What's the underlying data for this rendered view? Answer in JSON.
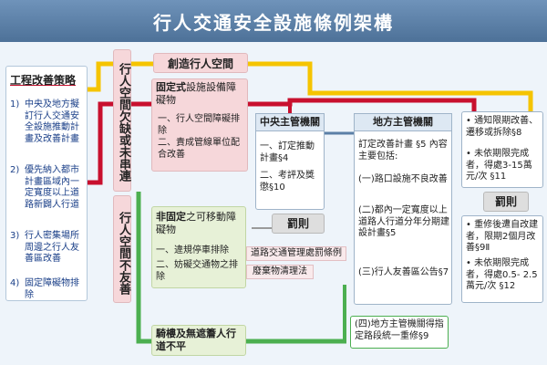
{
  "title": "行人交通安全設施條例架構",
  "strategy": {
    "heading": "工程改善策略",
    "items": [
      {
        "num": "1)",
        "text": "中央及地方擬訂行人交通安全設施推動計畫及改善計畫"
      },
      {
        "num": "2)",
        "text": "優先納入都市計畫區域內一定寬度以上道路新闢人行道"
      },
      {
        "num": "3)",
        "text": "行人密集場所周邊之行人友善區改善"
      },
      {
        "num": "4)",
        "text": "固定障礙物排除"
      }
    ]
  },
  "categories": {
    "lacking": "行人空間欠缺或未串連",
    "unfriendly": "行人空間不友善"
  },
  "create_space": "創造行人空間",
  "fixed": {
    "title_bold": "固定式",
    "title_rest": "設施設備障礙物",
    "items": [
      "一、行人空間障礙排除",
      "二、責成管線單位配合改善"
    ]
  },
  "nonfixed": {
    "title_bold": "非固定",
    "title_rest": "之可移動障礙物",
    "items": [
      "一、違規停車排除",
      "二、妨礙交通物之排除"
    ]
  },
  "penalty_label": "罰則",
  "penalty_laws": [
    "道路交通管理處罰條例",
    "廢棄物清理法"
  ],
  "arcade": "騎樓及無遮簷人行道不平",
  "central": {
    "heading": "中央主管機關",
    "items": [
      "一、訂定推動計畫§4",
      "二、考評及獎懲§10"
    ]
  },
  "local": {
    "heading": "地方主管機關",
    "intro": "訂定改善計畫 §5 內容主要包括:",
    "items": [
      "(一)路口設施不良改善",
      "(二)都內一定寬度以上道路人行道分年分期建設計畫§5",
      "(三)行人友善區公告§7"
    ],
    "note": "(四)地方主管機關得指定路段統一重修§9"
  },
  "right": {
    "items": [
      "通知限期改善、遷移或拆除§8",
      "未依期限完成者，得處3-15萬元/次 §11"
    ],
    "penalty": "罰則",
    "penalty_items": [
      "重修後遭自改建者，限期2個月改善§9Ⅱ",
      "未依期限完成者，得處0.5- 2.5萬元/次 §12"
    ]
  },
  "colors": {
    "yellow_path": "#f5c400",
    "red_path": "#c8102e",
    "green_path": "#4caf50",
    "title_bg": "#5b7fa7",
    "pink_box": "#f6d7da",
    "green_box": "#e7f1d7"
  }
}
